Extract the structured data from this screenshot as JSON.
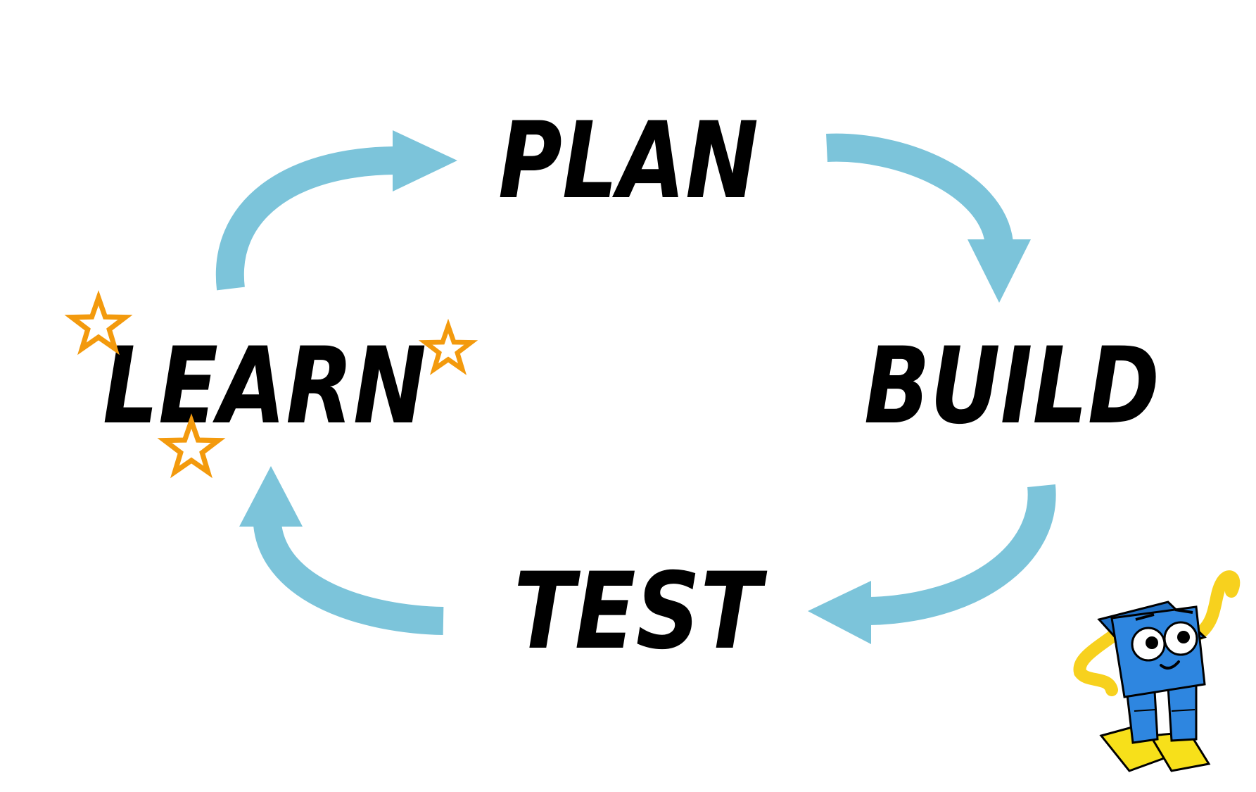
{
  "stages": {
    "plan": "PLAN",
    "build": "BUILD",
    "test": "TEST",
    "learn": "LEARN"
  },
  "colors": {
    "arrow": "#7cc4da",
    "text": "#000000",
    "star": "#f39a0d",
    "robot_body": "#2e86e0",
    "robot_arm": "#f7d11e",
    "robot_feet": "#f7e01a",
    "background": "#ffffff"
  },
  "decorations": {
    "stars_icon": "star-outline-icon",
    "mascot_icon": "robot-mascot-icon"
  }
}
